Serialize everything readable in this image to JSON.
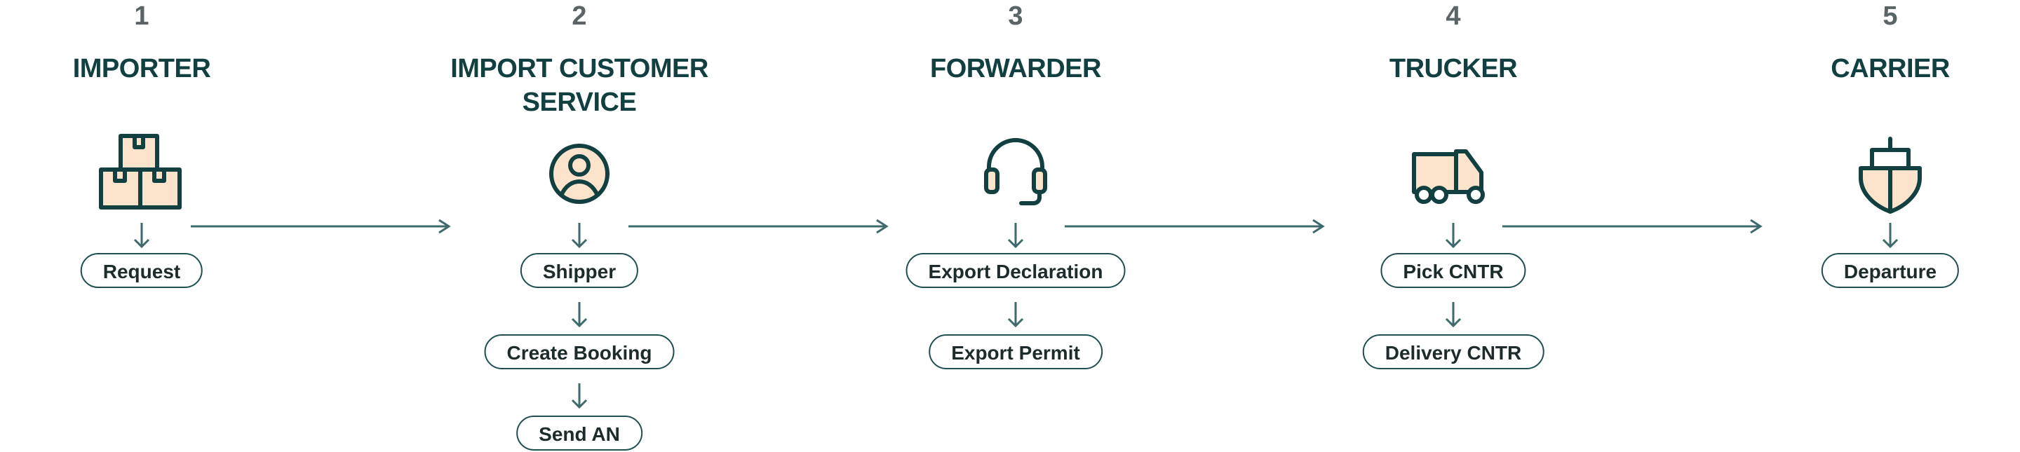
{
  "stages": [
    {
      "number": "1",
      "title": "IMPORTER",
      "icon": "boxes-icon",
      "steps": [
        "Request"
      ]
    },
    {
      "number": "2",
      "title": "IMPORT CUSTOMER SERVICE",
      "title_lines": [
        "IMPORT CUSTOMER",
        "SERVICE"
      ],
      "icon": "user-icon",
      "steps": [
        "Shipper",
        "Create Booking",
        "Send AN"
      ]
    },
    {
      "number": "3",
      "title": "FORWARDER",
      "icon": "headset-icon",
      "steps": [
        "Export Declaration",
        "Export Permit"
      ]
    },
    {
      "number": "4",
      "title": "TRUCKER",
      "icon": "truck-icon",
      "steps": [
        "Pick CNTR",
        "Delivery CNTR"
      ]
    },
    {
      "number": "5",
      "title": "CARRIER",
      "icon": "ship-icon",
      "steps": [
        "Departure"
      ]
    }
  ],
  "colors": {
    "primary": "#123f3f",
    "icon_fill": "#fbe3cc",
    "arrow": "#3f6a6b"
  }
}
